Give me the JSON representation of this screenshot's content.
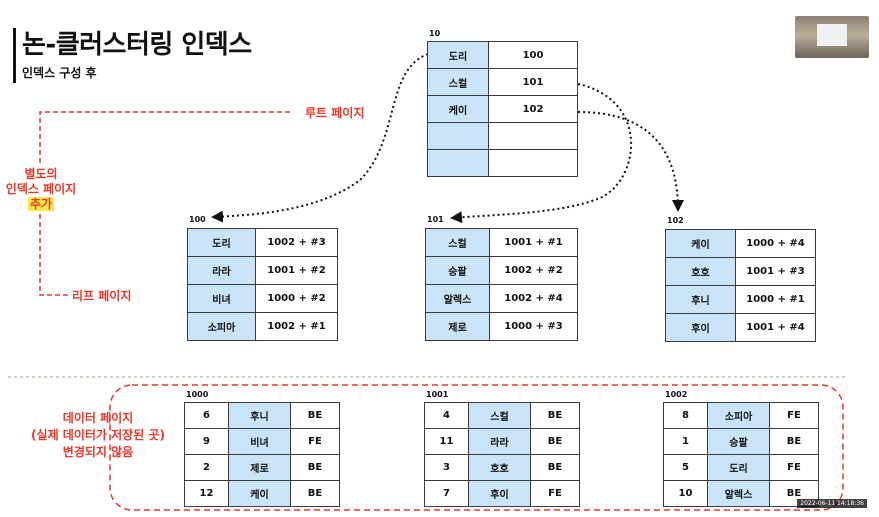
{
  "header": {
    "title": "논-클러스터링 인덱스",
    "subtitle": "인덱스 구성 후"
  },
  "labels": {
    "root_page": "루트 페이지",
    "separate_line1": "별도의",
    "separate_line2": "인덱스 페이지",
    "separate_line3": "추가",
    "leaf_page": "리프 페이지",
    "data_line1": "데이터 페이지",
    "data_line2": "(실제 데이터가 저장된 곳)",
    "data_line3": "변경되지 않음"
  },
  "root": {
    "page": "10",
    "rows": [
      [
        "도리",
        "100"
      ],
      [
        "스컬",
        "101"
      ],
      [
        "케이",
        "102"
      ],
      [
        "",
        ""
      ],
      [
        "",
        ""
      ]
    ]
  },
  "leaves": [
    {
      "page": "100",
      "rows": [
        [
          "도리",
          "1002 + #3"
        ],
        [
          "라라",
          "1001 + #2"
        ],
        [
          "비녀",
          "1000 + #2"
        ],
        [
          "소피아",
          "1002 + #1"
        ]
      ]
    },
    {
      "page": "101",
      "rows": [
        [
          "스컬",
          "1001 + #1"
        ],
        [
          "승팔",
          "1002 + #2"
        ],
        [
          "알렉스",
          "1002 + #4"
        ],
        [
          "제로",
          "1000 + #3"
        ]
      ]
    },
    {
      "page": "102",
      "rows": [
        [
          "케이",
          "1000 + #4"
        ],
        [
          "호호",
          "1001 + #3"
        ],
        [
          "후니",
          "1000 + #1"
        ],
        [
          "후이",
          "1001 + #4"
        ]
      ]
    }
  ],
  "data_pages": [
    {
      "page": "1000",
      "rows": [
        [
          "6",
          "후니",
          "BE"
        ],
        [
          "9",
          "비녀",
          "FE"
        ],
        [
          "2",
          "제로",
          "BE"
        ],
        [
          "12",
          "케이",
          "BE"
        ]
      ]
    },
    {
      "page": "1001",
      "rows": [
        [
          "4",
          "스컬",
          "BE"
        ],
        [
          "11",
          "라라",
          "BE"
        ],
        [
          "3",
          "호호",
          "BE"
        ],
        [
          "7",
          "후이",
          "FE"
        ]
      ]
    },
    {
      "page": "1002",
      "rows": [
        [
          "8",
          "소피아",
          "FE"
        ],
        [
          "1",
          "승팔",
          "BE"
        ],
        [
          "5",
          "도리",
          "FE"
        ],
        [
          "10",
          "알렉스",
          "BE"
        ]
      ]
    }
  ],
  "timestamp": "2022-06-11 14:18:36",
  "colors": {
    "accent_red": "#e8372b",
    "cell_blue": "#c9e4f8",
    "highlight": "#f7e64a"
  }
}
